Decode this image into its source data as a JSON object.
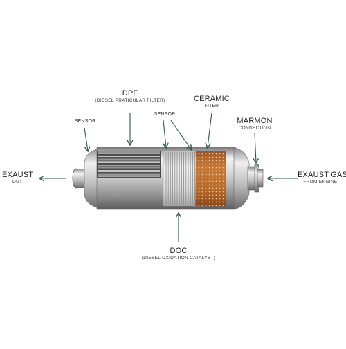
{
  "labels": {
    "dpf": {
      "title": "DPF",
      "sub": "(DIESEL PRATICULAR FILTER)"
    },
    "sensor_left": {
      "title": "SENSOR"
    },
    "sensor_mid": {
      "title": "SENSOR"
    },
    "ceramic": {
      "title": "CERAMIC",
      "sub": "FITER"
    },
    "marmon": {
      "title": "MARMON",
      "sub": "CONNECTION"
    },
    "exhaust_out": {
      "title": "EXAUST",
      "sub": "OUT"
    },
    "exhaust_in": {
      "title": "EXAUST GAS",
      "sub": "FROM ENGINE"
    },
    "doc": {
      "title": "DOC",
      "sub": "(DIESEL OXIDATION CATALYST)"
    }
  },
  "colors": {
    "arrow": "#2f5a43",
    "ceramic": "#b9682a",
    "shell": "#c9c9c9"
  }
}
